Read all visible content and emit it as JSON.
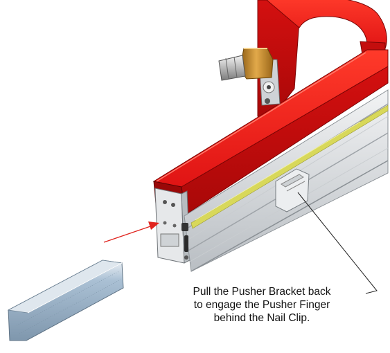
{
  "callout": {
    "lines": [
      "Pull the Pusher Bracket back",
      "to engage the Pusher Finger",
      "behind the Nail Clip."
    ]
  },
  "colors": {
    "frame_red": "#e01414",
    "frame_red_dark": "#b00a0a",
    "frame_red_shadow": "#8a0606",
    "rail_gray": "#d9dcdf",
    "rail_dark": "#9ea3a8",
    "guide_yellow": "#d8d85a",
    "brass": "#c98a2a",
    "nail_clip": "#a9c1d6",
    "arrow_red": "#e0241e"
  },
  "icons": {
    "air_fitting": "air-fitting-icon",
    "nail_clip": "nail-clip-icon"
  }
}
